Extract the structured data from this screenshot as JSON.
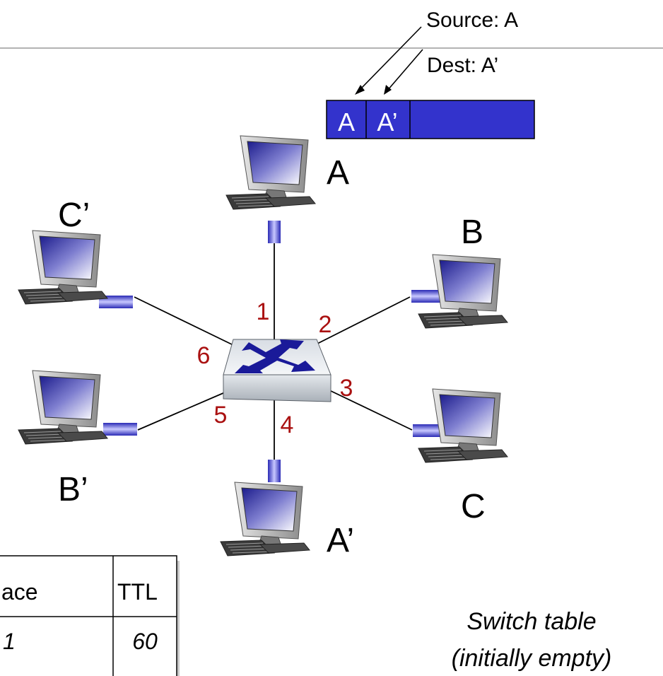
{
  "frame": {
    "source_label": "Source: A",
    "dest_label": "Dest: A’",
    "fields": [
      "A",
      "A’"
    ]
  },
  "hosts": {
    "a": "A",
    "b": "B",
    "c": "C",
    "a_prime": "A’",
    "b_prime": "B’",
    "c_prime": "C’"
  },
  "ports": [
    "1",
    "2",
    "3",
    "4",
    "5",
    "6"
  ],
  "table": {
    "headers": [
      "ace",
      "TTL"
    ],
    "rows": [
      [
        "1",
        "60"
      ]
    ]
  },
  "caption": {
    "line1": "Switch table",
    "line2": "(initially empty)"
  },
  "colors": {
    "frame_fill": "#3333cc",
    "port_label": "#aa1111",
    "switch_arrows": "#1a1a99",
    "rule": "#b3b3b3"
  }
}
